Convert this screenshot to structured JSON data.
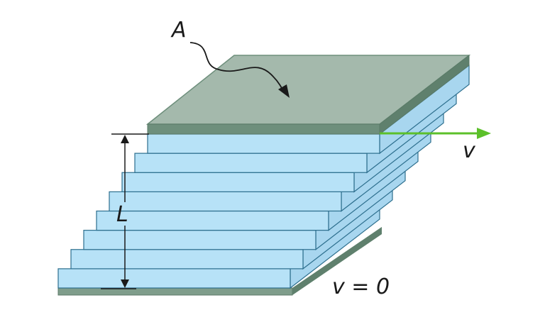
{
  "labels": {
    "area": "A",
    "velocity": "v",
    "length": "L",
    "bottom_velocity": "v = 0"
  },
  "colors": {
    "plate_top": "#a4b9ac",
    "plate_edge": "#6e8f7c",
    "layer_face": "#b7e2f7",
    "layer_side": "#a8d6ef",
    "layer_stroke": "#2d6f8e",
    "arrow_green": "#5cc02a",
    "line_dark": "#1a1a1a"
  },
  "layer_count": 8
}
